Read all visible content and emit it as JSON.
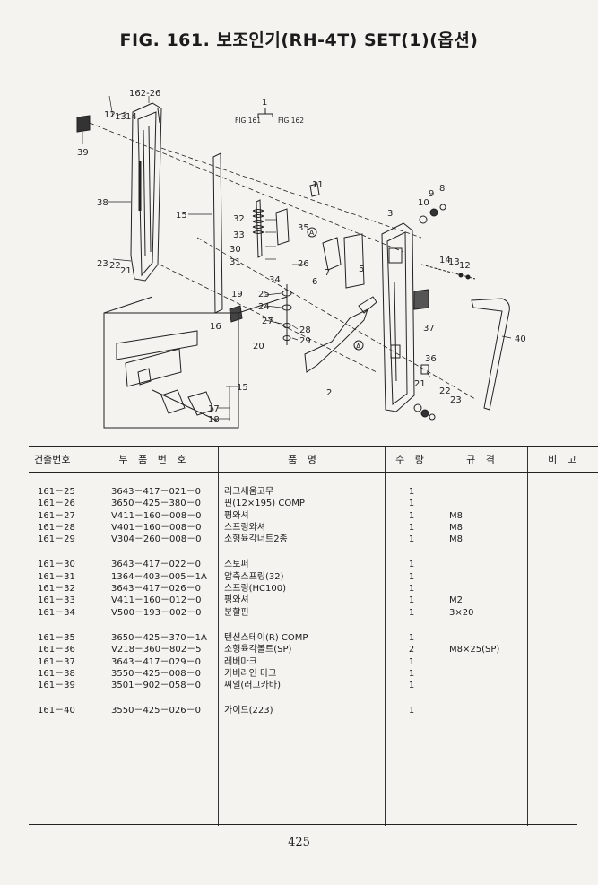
{
  "title": "FIG. 161. 보조인기(RH-4T) SET(1)(옵션)",
  "callouts": {
    "c1": "1",
    "fig_ref_a": "FIG.161",
    "fig_ref_b": "FIG.162",
    "c162_26": "162-26",
    "c12": "12",
    "c13": "13",
    "c14": "14",
    "c39": "39",
    "c38": "38",
    "c15": "15",
    "c23": "23",
    "c22": "22",
    "c21": "21",
    "c11": "11",
    "c32": "32",
    "c33": "33",
    "c30": "30",
    "c31": "31",
    "c35": "35",
    "cA": "A",
    "c34": "34",
    "c26": "26",
    "c7": "7",
    "c6": "6",
    "c5": "5",
    "c3": "3",
    "c10": "10",
    "c9": "9",
    "c8": "8",
    "c19": "19",
    "c25": "25",
    "c24": "24",
    "c27": "27",
    "c28": "28",
    "c29": "29",
    "c16": "16",
    "c20": "20",
    "c2": "2",
    "c37": "37",
    "c40": "40",
    "c36": "36",
    "c17": "17",
    "c18": "18"
  },
  "table": {
    "headers": {
      "no": "건출번호",
      "part_no": "부 품 번 호",
      "name": "품 명",
      "qty": "수 량",
      "spec": "규 격",
      "note": "비 고"
    },
    "groups": [
      [
        {
          "no": "161－25",
          "part": "3643－417－021－0",
          "name": "러그세움고무",
          "qty": "1",
          "spec": ""
        },
        {
          "no": "161－26",
          "part": "3650－425－380－0",
          "name": "핀(12×195) COMP",
          "qty": "1",
          "spec": ""
        },
        {
          "no": "161－27",
          "part": "V411－160－008－0",
          "name": "평와셔",
          "qty": "1",
          "spec": "M8"
        },
        {
          "no": "161－28",
          "part": "V401－160－008－0",
          "name": "스프링와셔",
          "qty": "1",
          "spec": "M8"
        },
        {
          "no": "161－29",
          "part": "V304－260－008－0",
          "name": "소형육각너트2종",
          "qty": "1",
          "spec": "M8"
        }
      ],
      [
        {
          "no": "161－30",
          "part": "3643－417－022－0",
          "name": "스토퍼",
          "qty": "1",
          "spec": ""
        },
        {
          "no": "161－31",
          "part": "1364－403－005－1A",
          "name": "압축스프링(32)",
          "qty": "1",
          "spec": ""
        },
        {
          "no": "161－32",
          "part": "3643－417－026－0",
          "name": "스프링(HC100)",
          "qty": "1",
          "spec": ""
        },
        {
          "no": "161－33",
          "part": "V411－160－012－0",
          "name": "평와셔",
          "qty": "1",
          "spec": "M2"
        },
        {
          "no": "161－34",
          "part": "V500－193－002－0",
          "name": "분할핀",
          "qty": "1",
          "spec": "3×20"
        }
      ],
      [
        {
          "no": "161－35",
          "part": "3650－425－370－1A",
          "name": "텐션스테이(R) COMP",
          "qty": "1",
          "spec": ""
        },
        {
          "no": "161－36",
          "part": "V218－360－802－5",
          "name": "소형육각볼트(SP)",
          "qty": "2",
          "spec": "M8×25(SP)"
        },
        {
          "no": "161－37",
          "part": "3643－417－029－0",
          "name": "레버마크",
          "qty": "1",
          "spec": ""
        },
        {
          "no": "161－38",
          "part": "3550－425－008－0",
          "name": "카버라인 마크",
          "qty": "1",
          "spec": ""
        },
        {
          "no": "161－39",
          "part": "3501－902－058－0",
          "name": "씨일(러그카바)",
          "qty": "1",
          "spec": ""
        }
      ],
      [
        {
          "no": "161－40",
          "part": "3550－425－026－0",
          "name": "가이드(223)",
          "qty": "1",
          "spec": ""
        }
      ]
    ]
  },
  "page_number": "425"
}
